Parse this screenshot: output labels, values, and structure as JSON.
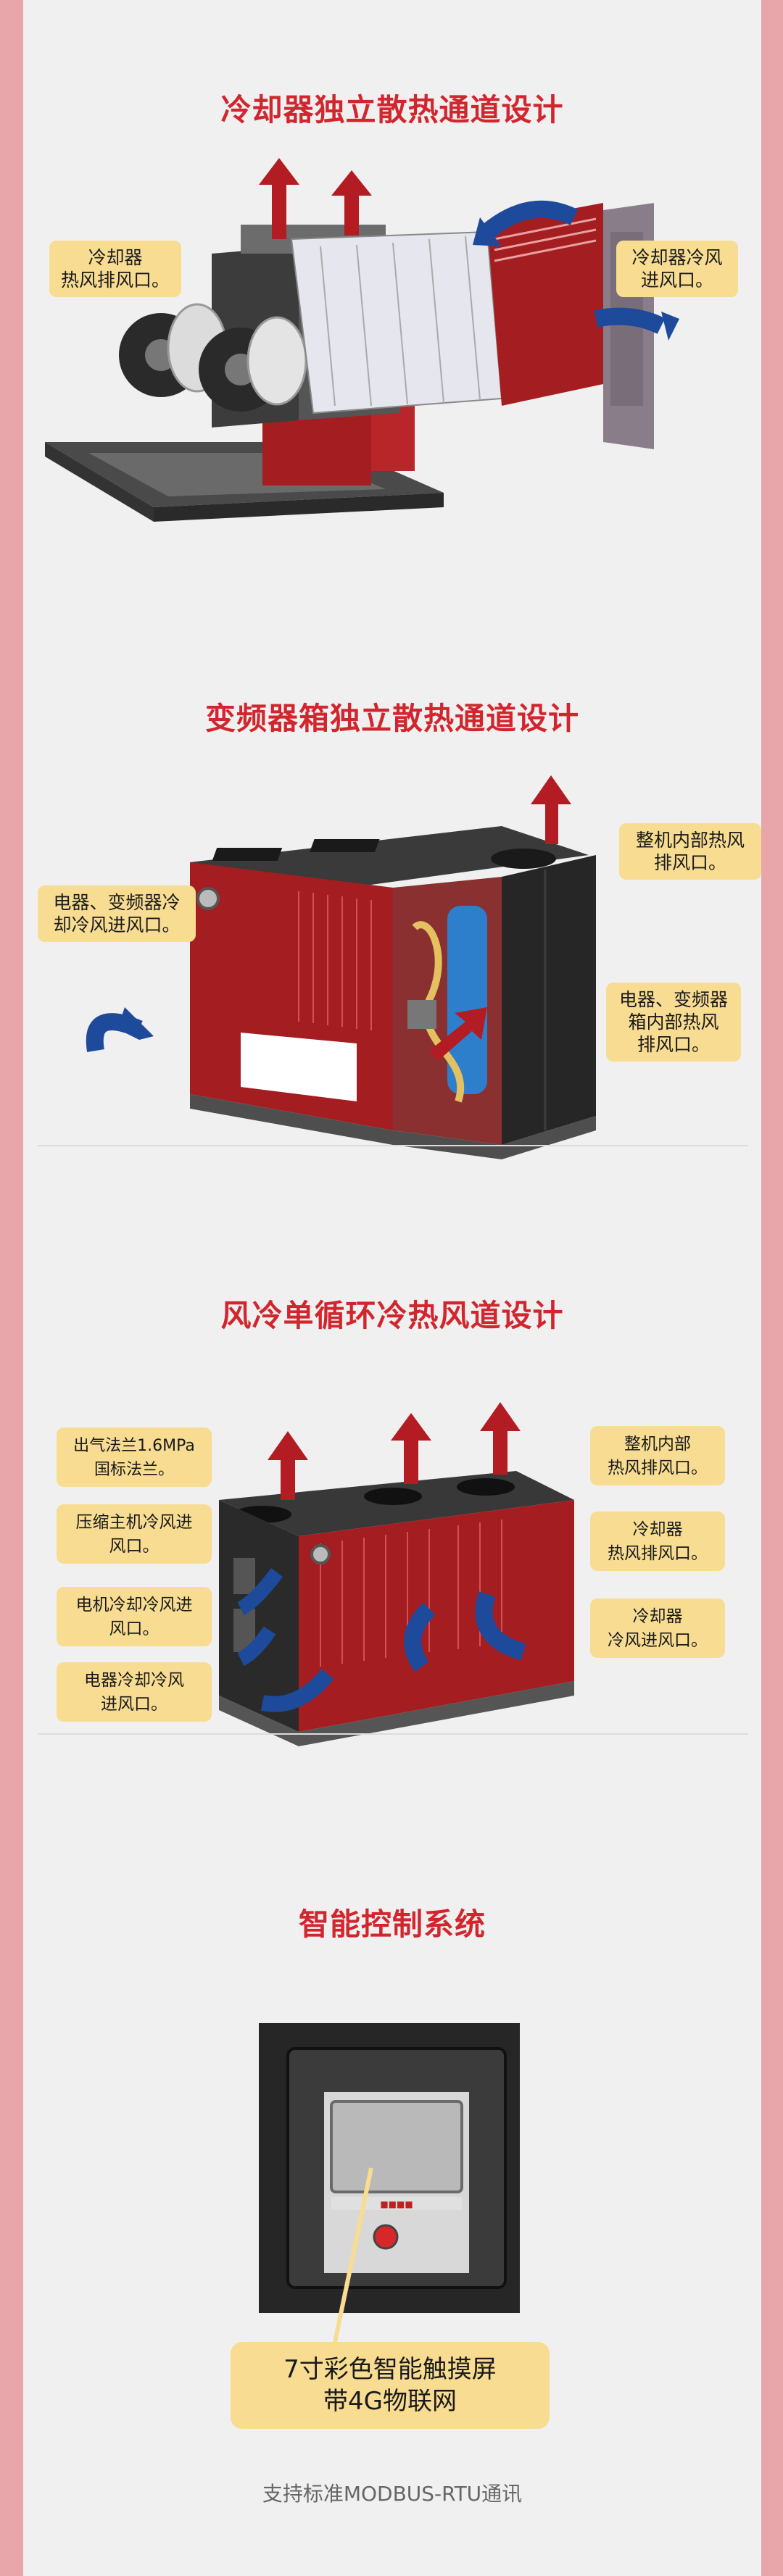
{
  "section1": {
    "title": "冷却器独立散热通道设计",
    "callout_left": "冷却器\n热风排风口。",
    "callout_right": "冷却器冷风\n进风口。"
  },
  "section2": {
    "title": "变频器箱独立散热通道设计",
    "callout_left": "电器、变频器冷\n却冷风进风口。",
    "callout_top_right": "整机内部热风\n排风口。",
    "callout_mid_right": "电器、变频器\n箱内部热风\n排风口。"
  },
  "section3": {
    "title": "风冷单循环冷热风道设计",
    "callout_flange": "出气法兰1.6MPa\n国标法兰。",
    "callout_compressor": "压缩主机冷风进\n风口。",
    "callout_motor": "电机冷却冷风进\n风口。",
    "callout_electric": "电器冷却冷风\n进风口。",
    "callout_machine_hot": "整机内部\n热风排风口。",
    "callout_cooler_hot": "冷却器\n热风排风口。",
    "callout_cooler_cold": "冷却器\n冷风进风口。"
  },
  "section4": {
    "title": "智能控制系统",
    "callout": "7寸彩色智能触摸屏\n带4G物联网"
  },
  "footer": "支持标准MODBUS-RTU通讯",
  "colors": {
    "title_red": "#d2262f",
    "callout_yellow": "#f7dc92",
    "machine_red": "#a41d20",
    "arrow_blue": "#1e4a9c",
    "pink_border": "#e8a6ab"
  }
}
